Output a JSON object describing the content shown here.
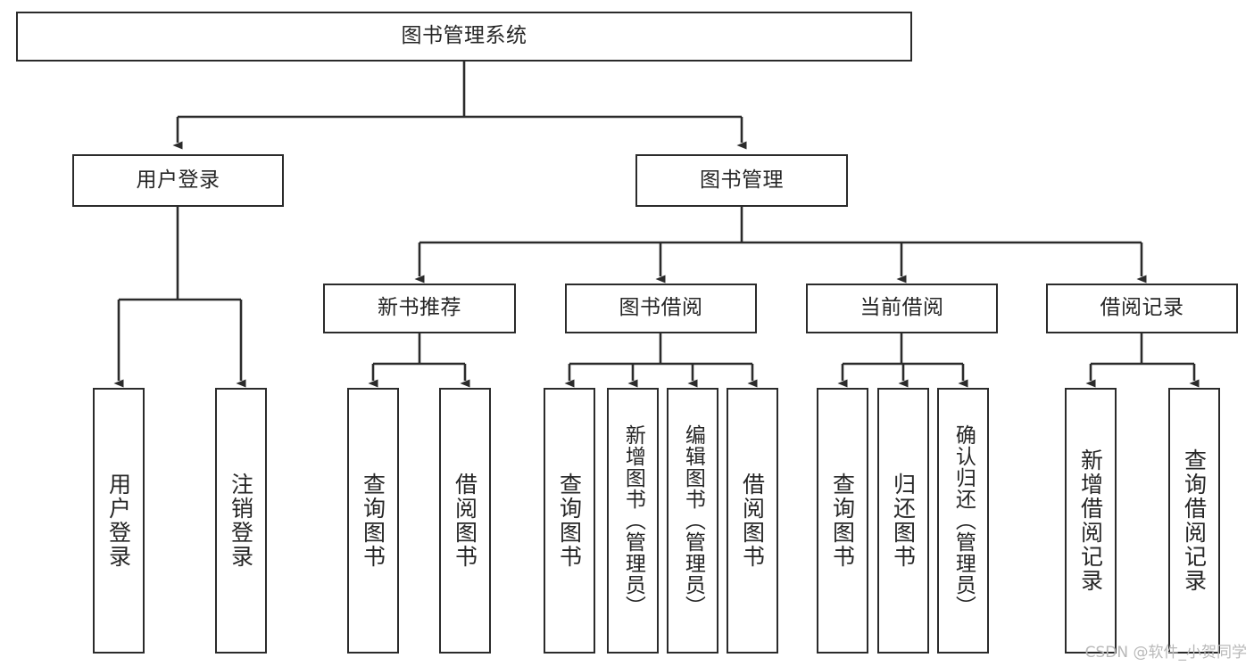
{
  "diagram": {
    "type": "tree-hierarchy",
    "title": "图书管理系统",
    "style": {
      "box_border_color": "#2b2b2b",
      "box_fill_color": "#ffffff",
      "connector_color": "#2b2b2b",
      "text_color": "#262626",
      "background": "#ffffff"
    },
    "nodes": {
      "root": {
        "label": "图书管理系统",
        "level": 1,
        "orientation": "horizontal"
      },
      "login": {
        "label": "用户登录",
        "level": 2,
        "orientation": "horizontal"
      },
      "book_manage": {
        "label": "图书管理",
        "level": 2,
        "orientation": "horizontal"
      },
      "new_book": {
        "label": "新书推荐",
        "level": 3,
        "orientation": "horizontal"
      },
      "borrow": {
        "label": "图书借阅",
        "level": 3,
        "orientation": "horizontal"
      },
      "current_borrow": {
        "label": "当前借阅",
        "level": 3,
        "orientation": "horizontal"
      },
      "borrow_record": {
        "label": "借阅记录",
        "level": 3,
        "orientation": "horizontal"
      },
      "leaf_login_1": {
        "label": "用户登录",
        "level": 4,
        "orientation": "vertical"
      },
      "leaf_login_2": {
        "label": "注销登录",
        "level": 4,
        "orientation": "vertical"
      },
      "leaf_new_1": {
        "label": "查询图书",
        "level": 4,
        "orientation": "vertical"
      },
      "leaf_new_2": {
        "label": "借阅图书",
        "level": 4,
        "orientation": "vertical"
      },
      "leaf_borrow_1": {
        "label": "查询图书",
        "level": 4,
        "orientation": "vertical"
      },
      "leaf_borrow_2": {
        "label": "新增图书（管理员）",
        "level": 4,
        "orientation": "vertical"
      },
      "leaf_borrow_3": {
        "label": "编辑图书（管理员）",
        "level": 4,
        "orientation": "vertical"
      },
      "leaf_borrow_4": {
        "label": "借阅图书",
        "level": 4,
        "orientation": "vertical"
      },
      "leaf_current_1": {
        "label": "查询图书",
        "level": 4,
        "orientation": "vertical"
      },
      "leaf_current_2": {
        "label": "归还图书",
        "level": 4,
        "orientation": "vertical"
      },
      "leaf_current_3": {
        "label": "确认归还（管理员）",
        "level": 4,
        "orientation": "vertical"
      },
      "leaf_record_1": {
        "label": "新增借阅记录",
        "level": 4,
        "orientation": "vertical"
      },
      "leaf_record_2": {
        "label": "查询借阅记录",
        "level": 4,
        "orientation": "vertical"
      }
    },
    "edges": [
      {
        "from": "root",
        "to": "login"
      },
      {
        "from": "root",
        "to": "book_manage"
      },
      {
        "from": "login",
        "to": "leaf_login_1"
      },
      {
        "from": "login",
        "to": "leaf_login_2"
      },
      {
        "from": "book_manage",
        "to": "new_book"
      },
      {
        "from": "book_manage",
        "to": "borrow"
      },
      {
        "from": "book_manage",
        "to": "current_borrow"
      },
      {
        "from": "book_manage",
        "to": "borrow_record"
      },
      {
        "from": "new_book",
        "to": "leaf_new_1"
      },
      {
        "from": "new_book",
        "to": "leaf_new_2"
      },
      {
        "from": "borrow",
        "to": "leaf_borrow_1"
      },
      {
        "from": "borrow",
        "to": "leaf_borrow_2"
      },
      {
        "from": "borrow",
        "to": "leaf_borrow_3"
      },
      {
        "from": "borrow",
        "to": "leaf_borrow_4"
      },
      {
        "from": "current_borrow",
        "to": "leaf_current_1"
      },
      {
        "from": "current_borrow",
        "to": "leaf_current_2"
      },
      {
        "from": "current_borrow",
        "to": "leaf_current_3"
      },
      {
        "from": "borrow_record",
        "to": "leaf_record_1"
      },
      {
        "from": "borrow_record",
        "to": "leaf_record_2"
      }
    ]
  },
  "watermark": {
    "text": "CSDN @软件_小贺同学"
  }
}
